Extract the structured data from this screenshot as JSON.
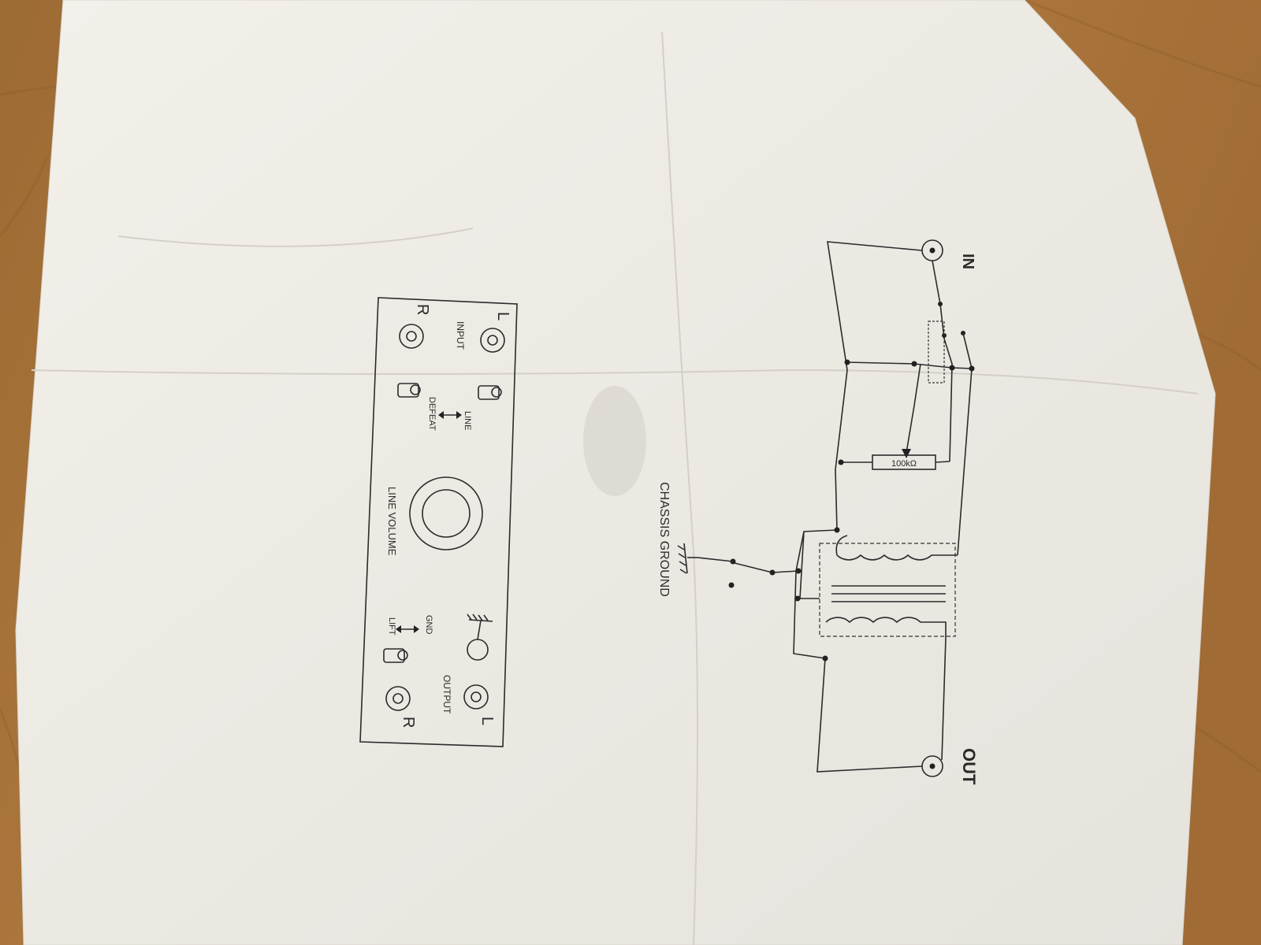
{
  "schematic": {
    "in_label": "IN",
    "out_label": "OUT",
    "resistor_label": "100kΩ",
    "ground_label": "CHASSIS GROUND"
  },
  "panel": {
    "l_top": "L",
    "r_top": "R",
    "input_label": "INPUT",
    "switch1_top": "LINE",
    "switch1_bottom": "DEFEAT",
    "volume_label": "LINE VOLUME",
    "switch2_top": "GND",
    "switch2_bottom": "LIFT",
    "output_label": "OUTPUT",
    "l_bottom": "L",
    "r_bottom": "R"
  }
}
